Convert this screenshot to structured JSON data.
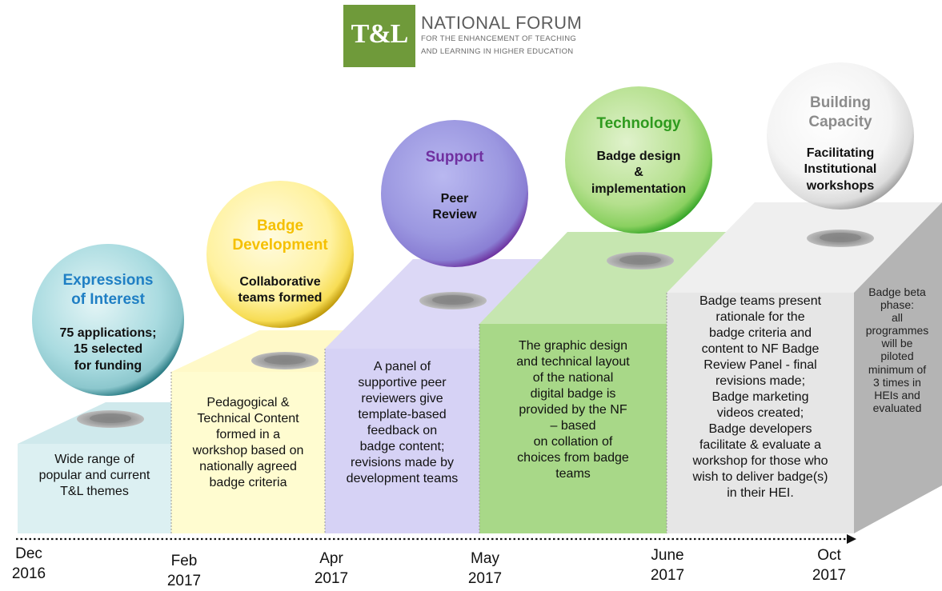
{
  "logo": {
    "mark": "T&L",
    "name": "NATIONAL FORUM",
    "subtitle_line1": "FOR THE ENHANCEMENT OF TEACHING",
    "subtitle_line2": "AND LEARNING IN HIGHER EDUCATION",
    "color": "#6f9a3a"
  },
  "stages": [
    {
      "heading": [
        "Expressions",
        "of Interest"
      ],
      "heading_color": "#1f7fc4",
      "subheading": [
        "75 applications;",
        "15 selected",
        "for funding"
      ],
      "description": [
        "Wide range of",
        "popular and current",
        "T&L themes"
      ],
      "color": "#a9dbe0"
    },
    {
      "heading": [
        "Badge",
        "Development"
      ],
      "heading_color": "#f5c000",
      "subheading": [
        "Collaborative",
        "teams formed"
      ],
      "description": [
        "Pedagogical &",
        "Technical Content",
        "formed in a",
        "workshop based on",
        "nationally agreed",
        "badge criteria"
      ],
      "color": "#fff5a8"
    },
    {
      "heading": [
        "Support"
      ],
      "heading_color": "#7030a0",
      "subheading": [
        "Peer",
        "Review"
      ],
      "description": [
        "A panel of",
        "supportive peer",
        "reviewers give",
        "template-based",
        "feedback on",
        "badge content;",
        "revisions made by",
        "development teams"
      ],
      "color": "#c7c2ee"
    },
    {
      "heading": [
        "Technology"
      ],
      "heading_color": "#2e9a1e",
      "subheading": [
        "Badge design",
        "&",
        "implementation"
      ],
      "description": [
        "The graphic design",
        "and technical layout",
        "of the national",
        "digital badge is",
        "provided by the NF",
        "– based",
        "on collation of",
        "choices from badge",
        "teams"
      ],
      "color": "#a8d888"
    },
    {
      "heading": [
        "Building",
        "Capacity"
      ],
      "heading_color": "#8c8c8c",
      "subheading": [
        "Facilitating",
        "Institutional",
        "workshops"
      ],
      "description": [
        "Badge teams present",
        "rationale for the",
        "badge criteria and",
        "content to NF Badge",
        "Review Panel - final",
        "revisions made;",
        "Badge marketing",
        "videos created;",
        "Badge developers",
        "facilitate & evaluate a",
        "workshop for those who",
        "wish to deliver badge(s)",
        "in their HEI."
      ],
      "color": "#e6e6e6"
    }
  ],
  "beta": [
    "Badge beta",
    "phase:",
    "all",
    "programmes",
    "will be",
    "piloted",
    "minimum of",
    "3 times in",
    "HEIs and",
    "evaluated"
  ],
  "timeline": [
    [
      "Dec",
      "2016"
    ],
    [
      "Feb",
      "2017"
    ],
    [
      "Apr",
      "2017"
    ],
    [
      "May",
      "2017"
    ],
    [
      "June",
      "2017"
    ],
    [
      "Oct",
      "2017"
    ]
  ]
}
